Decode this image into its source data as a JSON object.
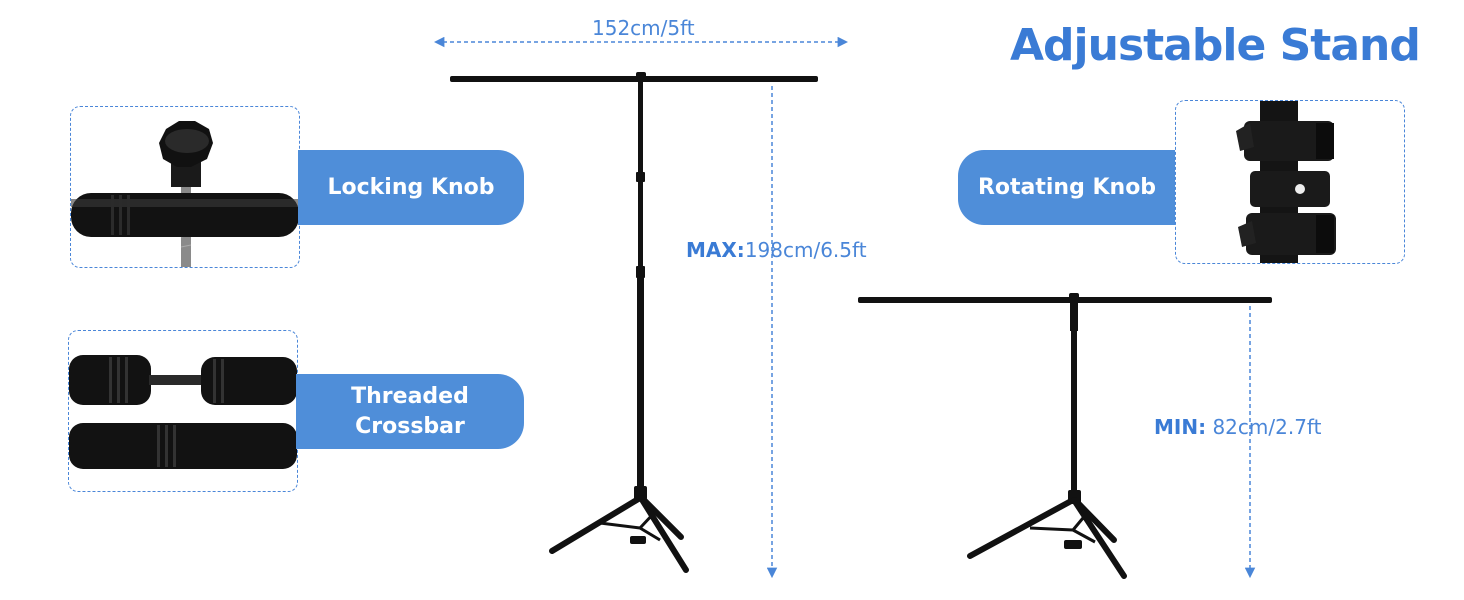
{
  "title": "Adjustable Stand",
  "width_label": "152cm/5ft",
  "max_label": {
    "prefix": "MAX:",
    "value": "198cm/6.5ft"
  },
  "min_label": {
    "prefix": "MIN:",
    "value": " 82cm/2.7ft"
  },
  "features": {
    "locking_knob": "Locking Knob",
    "threaded_crossbar": [
      "Threaded",
      "Crossbar"
    ],
    "rotating_knob": "Rotating Knob"
  },
  "colors": {
    "accent": "#3a7bd5",
    "pill": "#4f8ed9",
    "dashed": "#4a86d8",
    "metal": "#111111"
  }
}
